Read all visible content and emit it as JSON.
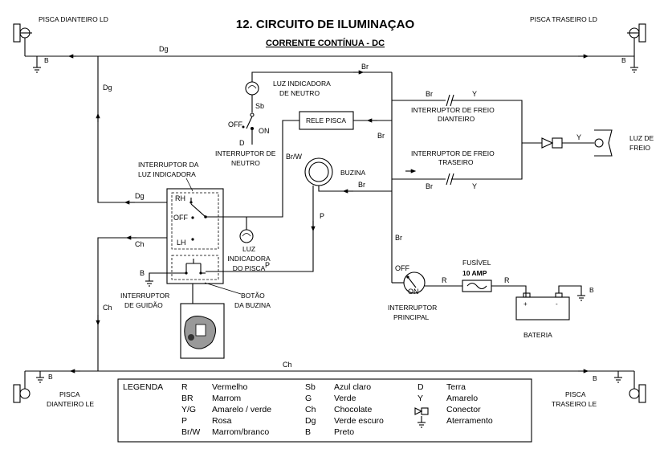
{
  "title": "12. CIRCUITO DE ILUMINAÇAO",
  "subtitle": "CORRENTE CONTÍNUA - DC",
  "components": {
    "front_left_top": "PISCA DIANTEIRO LD",
    "rear_right_top": "PISCA TRASEIRO LD",
    "neutral_lamp": [
      "LUZ INDICADORA",
      "DE NEUTRO"
    ],
    "neutral_switch": [
      "INTERRUPTOR DE",
      "NEUTRO"
    ],
    "off": "OFF",
    "on": "ON",
    "relay": "RELE PISCA",
    "front_brake_switch": [
      "INTERRUPTOR DE FREIO",
      "DIANTEIRO"
    ],
    "rear_brake_switch": [
      "INTERRUPTOR DE FREIO",
      "TRASEIRO"
    ],
    "brake_light": [
      "LUZ DE",
      "FREIO"
    ],
    "horn": "BUZINA",
    "indicator_switch": [
      "INTERRUPTOR DA",
      "LUZ INDICADORA"
    ],
    "rh": "RH",
    "sw_off": "OFF",
    "lh": "LH",
    "turn_indicator": [
      "LUZ",
      "INDICADORA",
      "DO PISCA"
    ],
    "handlebar_switch": [
      "INTERRUPTOR",
      "DE GUIDÃO"
    ],
    "horn_button": [
      "BOTÃO",
      "DA BUZINA"
    ],
    "main_switch": [
      "INTERRUPTOR",
      "PRINCIPAL"
    ],
    "main_off": "OFF",
    "main_on": "ON",
    "fuse": "FUSÍVEL",
    "fuse_amp": "10 AMP",
    "battery": "BATERIA",
    "front_left_bottom": [
      "PISCA",
      "DIANTEIRO LE"
    ],
    "rear_left_bottom": [
      "PISCA",
      "TRASEIRO LE"
    ]
  },
  "wire_labels": {
    "dg": "Dg",
    "br": "Br",
    "y": "Y",
    "sb": "Sb",
    "d": "D",
    "brw": "Br/W",
    "p": "P",
    "ch": "Ch",
    "r": "R",
    "b": "B"
  },
  "legend": {
    "title": "LEGENDA",
    "col1": [
      {
        "code": "R",
        "name": "Vermelho"
      },
      {
        "code": "BR",
        "name": "Marrom"
      },
      {
        "code": "Y/G",
        "name": "Amarelo / verde"
      },
      {
        "code": "P",
        "name": "Rosa"
      },
      {
        "code": "Br/W",
        "name": "Marrom/branco"
      }
    ],
    "col2": [
      {
        "code": "Sb",
        "name": "Azul claro"
      },
      {
        "code": "G",
        "name": "Verde"
      },
      {
        "code": "Ch",
        "name": "Chocolate"
      },
      {
        "code": "Dg",
        "name": "Verde escuro"
      },
      {
        "code": "B",
        "name": "Preto"
      }
    ],
    "col3": [
      {
        "code": "D",
        "name": "Terra"
      },
      {
        "code": "Y",
        "name": "Amarelo"
      },
      {
        "code": "",
        "name": "Conector"
      },
      {
        "code": "",
        "name": "Aterramento"
      }
    ]
  }
}
